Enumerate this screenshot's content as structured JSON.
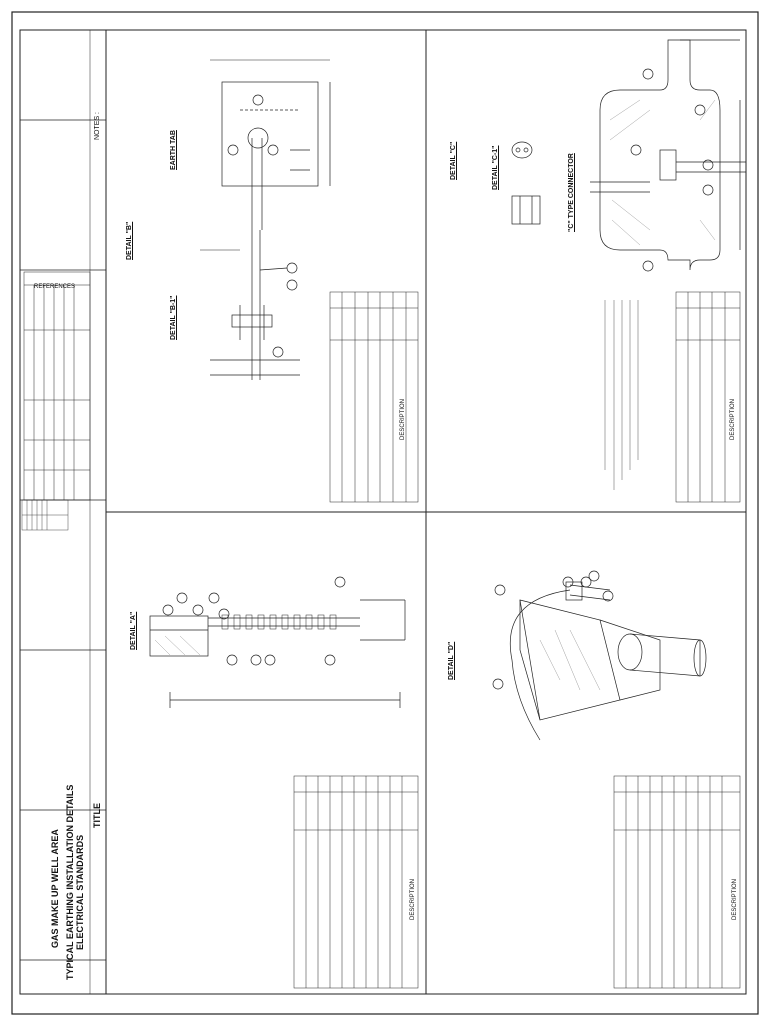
{
  "title_block": {
    "label": "TITLE",
    "line1": "TYPICAL EARTHING INSTALLATION DETAILS",
    "line2": "ELECTRICAL STANDARDS",
    "line3": "GAS MAKE UP WELL AREA",
    "notes_label": "NOTES :",
    "references_label": "REFERENCES"
  },
  "details": {
    "top_left_a": "DETAIL \"B\"",
    "top_left_b": "DETAIL \"B-1\"",
    "top_left_c": "EARTH TAB",
    "top_right_a": "\"C\" TYPE CONNECTOR",
    "top_right_b": "DETAIL \"C\"",
    "top_right_c": "DETAIL \"C-1\"",
    "bottom_left": "DETAIL \"A\"",
    "bottom_right": "DETAIL \"D\""
  },
  "tables": {
    "description_header": "DESCRIPTION"
  },
  "colors": {
    "line": "#222222",
    "hatch": "#888888"
  }
}
